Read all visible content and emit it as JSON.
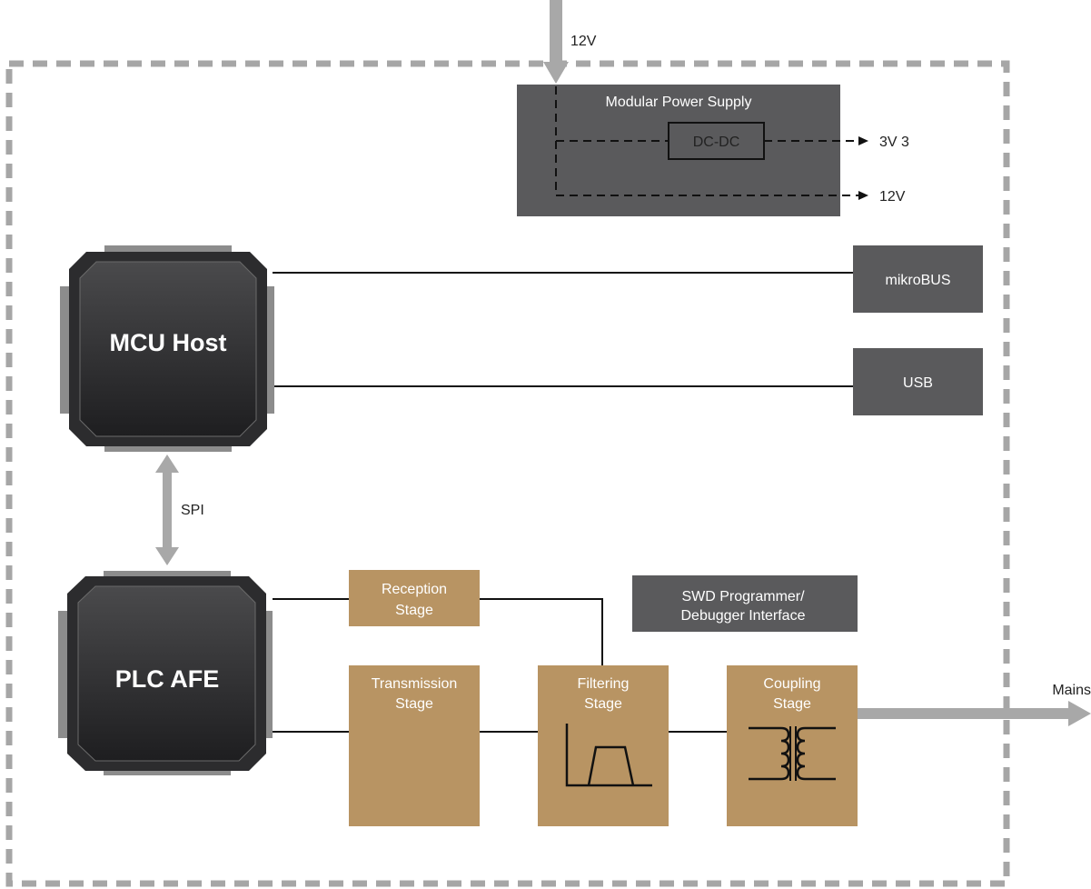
{
  "power": {
    "input_label": "12V",
    "title": "Modular Power Supply",
    "converter": "DC-DC",
    "out_3v3": "3V 3",
    "out_12v": "12V"
  },
  "chips": {
    "mcu": "MCU Host",
    "afe": "PLC AFE"
  },
  "interfaces": {
    "mikrobus": "mikroBUS",
    "usb": "USB",
    "spi": "SPI",
    "swd_line1": "SWD Programmer/",
    "swd_line2": "Debugger Interface"
  },
  "stages": {
    "reception_line1": "Reception",
    "reception_line2": "Stage",
    "transmission_line1": "Transmission",
    "transmission_line2": "Stage",
    "filtering_line1": "Filtering",
    "filtering_line2": "Stage",
    "coupling_line1": "Coupling",
    "coupling_line2": "Stage"
  },
  "mains_label": "Mains",
  "colors": {
    "block_dark": "#5a5a5c",
    "block_tan": "#b89463",
    "chip_body": "#3a3a3c",
    "chip_pins": "#8c8c8c",
    "border": "#a0a0a0",
    "arrow_gray": "#a8a8a8",
    "line": "#111111"
  }
}
